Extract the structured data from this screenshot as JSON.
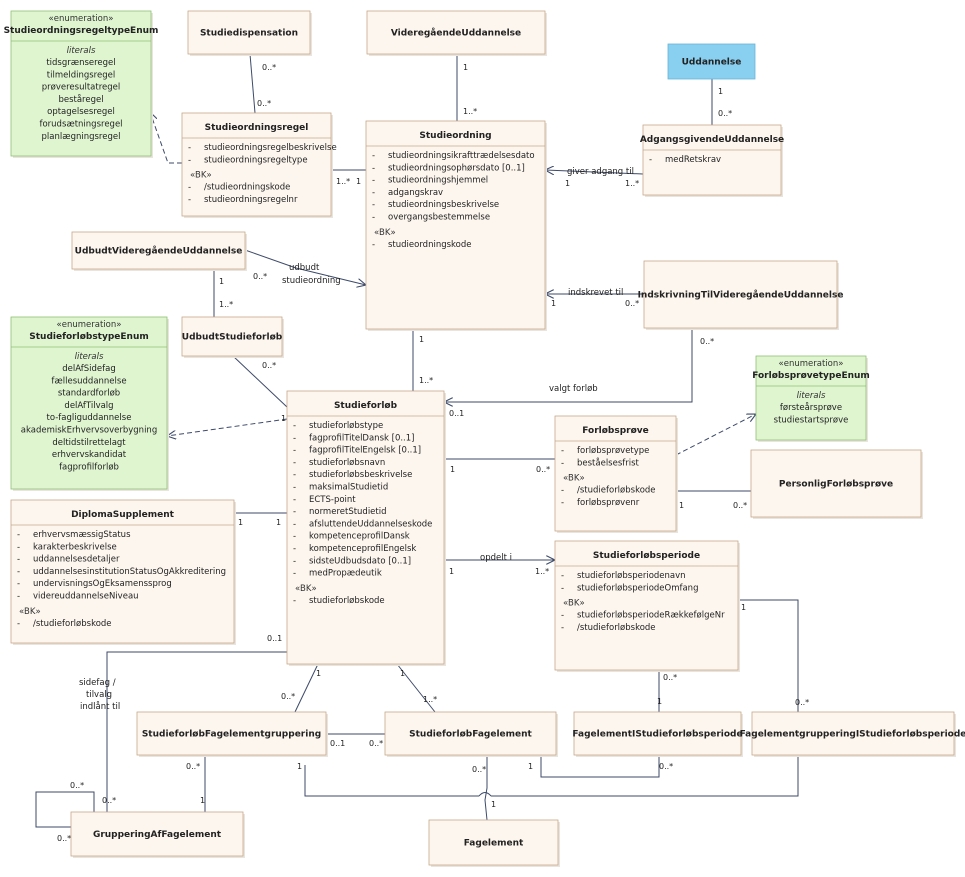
{
  "colors": {
    "class_fill": "#fdf6ee",
    "class_stroke": "#c7a88a",
    "enum_fill": "#dff5d0",
    "enum_stroke": "#8fbf73",
    "highlight_fill": "#89cfef",
    "highlight_stroke": "#6ab4d8",
    "line": "#3d4a6a"
  },
  "classes": [
    {
      "id": "StudieordningsregeltypeEnum",
      "kind": "enum",
      "stereotype": "«enumeration»",
      "name": "StudieordningsregeltypeEnum",
      "sections": [
        {
          "heading": "literals",
          "items": [
            "tidsgrænseregel",
            "tilmeldingsregel",
            "prøveresultatregel",
            "beståregel",
            "optagelsesregel",
            "forudsætningsregel",
            "planlægningsregel"
          ]
        }
      ]
    },
    {
      "id": "Studiedispensation",
      "kind": "class",
      "name": "Studiedispensation",
      "sections": []
    },
    {
      "id": "VideregaaendeUddannelse",
      "kind": "class",
      "name": "VideregåendeUddannelse",
      "sections": []
    },
    {
      "id": "Uddannelse",
      "kind": "highlight",
      "name": "Uddannelse",
      "sections": []
    },
    {
      "id": "Studieordningsregel",
      "kind": "class",
      "name": "Studieordningsregel",
      "sections": [
        {
          "items": [
            "studieordningsregelbeskrivelse",
            "studieordningsregeltype"
          ]
        },
        {
          "heading": "«BK»",
          "items": [
            "/studieordningskode",
            "studieordningsregelnr"
          ]
        }
      ]
    },
    {
      "id": "Studieordning",
      "kind": "class",
      "name": "Studieordning",
      "sections": [
        {
          "items": [
            "studieordningsikrafttrædelsesdato",
            "studieordningsophørsdato [0..1]",
            "studieordningshjemmel",
            "adgangskrav",
            "studieordningsbeskrivelse",
            "overgangsbestemmelse"
          ]
        },
        {
          "heading": "«BK»",
          "items": [
            "studieordningskode"
          ]
        }
      ]
    },
    {
      "id": "AdgangsgivendeUddannelse",
      "kind": "class",
      "name": "AdgangsgivendeUddannelse",
      "sections": [
        {
          "items": [
            "medRetskrav"
          ]
        }
      ]
    },
    {
      "id": "UdbudtVideregaaendeUddannelse",
      "kind": "class",
      "name": "UdbudtVideregåendeUddannelse",
      "sections": []
    },
    {
      "id": "IndskrivningTilVideregaaendeUddannelse",
      "kind": "class",
      "name": "IndskrivningTilVideregåendeUddannelse",
      "sections": []
    },
    {
      "id": "StudieforloebstypeEnum",
      "kind": "enum",
      "stereotype": "«enumeration»",
      "name": "StudieforløbstypeEnum",
      "sections": [
        {
          "heading": "literals",
          "items": [
            "delAfSidefag",
            "fællesuddannelse",
            "standardforløb",
            "delAfTilvalg",
            "to-fagliguddannelse",
            "akademiskErhvervsoverbygning",
            "deltidstilrettelagt",
            "erhvervskandidat",
            "fagprofilforløb"
          ]
        }
      ]
    },
    {
      "id": "UdbudtStudieforloeb",
      "kind": "class",
      "name": "UdbudtStudieforløb",
      "sections": []
    },
    {
      "id": "ForloebsproevetypeEnum",
      "kind": "enum",
      "stereotype": "«enumeration»",
      "name": "ForløbsprøvetypeEnum",
      "sections": [
        {
          "heading": "literals",
          "items": [
            "førsteårsprøve",
            "studiestartsprøve"
          ]
        }
      ]
    },
    {
      "id": "Studieforloeb",
      "kind": "class",
      "name": "Studieforløb",
      "sections": [
        {
          "items": [
            "studieforløbstype",
            "fagprofilTitelDansk [0..1]",
            "fagprofilTitelEngelsk [0..1]",
            "studieforløbsnavn",
            "studieforløbsbeskrivelse",
            "maksimalStudietid",
            "ECTS-point",
            "normeretStudietid",
            "afsluttendeUddannelseskode",
            "kompetenceprofilDansk",
            "kompetenceprofilEngelsk",
            "sidsteUdbudsdato [0..1]",
            "medPropædeutik"
          ]
        },
        {
          "heading": "«BK»",
          "items": [
            "studieforløbskode"
          ]
        }
      ]
    },
    {
      "id": "Forloebsproeve",
      "kind": "class",
      "name": "Forløbsprøve",
      "sections": [
        {
          "items": [
            "forløbsprøvetype",
            "beståelsesfrist"
          ]
        },
        {
          "heading": "«BK»",
          "items": [
            "/studieforløbskode",
            "forløbsprøvenr"
          ]
        }
      ]
    },
    {
      "id": "PersonligForloebsproeve",
      "kind": "class",
      "name": "PersonligForløbsprøve",
      "sections": []
    },
    {
      "id": "DiplomaSupplement",
      "kind": "class",
      "name": "DiplomaSupplement",
      "sections": [
        {
          "items": [
            "erhvervsmæssigStatus",
            "karakterbeskrivelse",
            "uddannelsesdetaljer",
            "uddannelsesinstitutionStatusOgAkkreditering",
            "undervisningsOgEksamenssprog",
            "videreuddannelseNiveau"
          ]
        },
        {
          "heading": "«BK»",
          "items": [
            "/studieforløbskode"
          ]
        }
      ]
    },
    {
      "id": "Studieforloebsperiode",
      "kind": "class",
      "name": "Studieforløbsperiode",
      "sections": [
        {
          "items": [
            "studieforløbsperiodenavn",
            "studieforløbsperiodeOmfang"
          ]
        },
        {
          "heading": "«BK»",
          "items": [
            "studieforløbsperiodeRækkefølgeNr",
            "/studieforløbskode"
          ]
        }
      ]
    },
    {
      "id": "StudieforloebFagelementgruppering",
      "kind": "class",
      "name": "StudieforløbFagelementgruppering",
      "sections": []
    },
    {
      "id": "StudieforloebFagelement",
      "kind": "class",
      "name": "StudieforløbFagelement",
      "sections": []
    },
    {
      "id": "FagelementIStudieforloebsperiode",
      "kind": "class",
      "name": "FagelementIStudieforløbsperiode",
      "sections": []
    },
    {
      "id": "FagelementgrupperingIStudieforloebsperiode",
      "kind": "class",
      "name": "FagelementgrupperingIStudieforløbsperiode",
      "sections": []
    },
    {
      "id": "GrupperingAfFagelement",
      "kind": "class",
      "name": "GrupperingAfFagelement",
      "sections": []
    },
    {
      "id": "Fagelement",
      "kind": "class",
      "name": "Fagelement",
      "sections": []
    }
  ],
  "connectors": [
    {
      "id": "c-disp-regel",
      "from": "Studiedispensation",
      "to": "Studieordningsregel",
      "labels": [],
      "mults": [
        "0..*",
        "0..*"
      ]
    },
    {
      "id": "c-vu-so",
      "from": "VideregaaendeUddannelse",
      "to": "Studieordning",
      "labels": [],
      "mults": [
        "1",
        "1..*"
      ]
    },
    {
      "id": "c-udd-agu",
      "from": "Uddannelse",
      "to": "AdgangsgivendeUddannelse",
      "labels": [],
      "mults": [
        "1",
        "0..*"
      ]
    },
    {
      "id": "c-regel-so",
      "from": "Studieordningsregel",
      "to": "Studieordning",
      "labels": [],
      "mults": [
        "1..*",
        "1"
      ]
    },
    {
      "id": "c-regel-enum",
      "from": "Studieordningsregel",
      "to": "StudieordningsregeltypeEnum",
      "labels": [],
      "mults": []
    },
    {
      "id": "c-agu-so",
      "from": "AdgangsgivendeUddannelse",
      "to": "Studieordning",
      "labels": [
        "giver adgang til"
      ],
      "mults": [
        "1",
        "1..*"
      ]
    },
    {
      "id": "c-uvu-so",
      "from": "UdbudtVideregaaendeUddannelse",
      "to": "Studieordning",
      "labels": [
        "udbudt",
        "studieordning"
      ],
      "mults": [
        "0..*"
      ]
    },
    {
      "id": "c-uvu-usf",
      "from": "UdbudtVideregaaendeUddannelse",
      "to": "UdbudtStudieforloeb",
      "labels": [],
      "mults": [
        "1",
        "1..*"
      ]
    },
    {
      "id": "c-ind-so",
      "from": "IndskrivningTilVideregaaendeUddannelse",
      "to": "Studieordning",
      "labels": [
        "indskrevet til"
      ],
      "mults": [
        "1",
        "0..*"
      ]
    },
    {
      "id": "c-so-sf",
      "from": "Studieordning",
      "to": "Studieforloeb",
      "labels": [],
      "mults": [
        "1",
        "1..*"
      ]
    },
    {
      "id": "c-ind-sf",
      "from": "IndskrivningTilVideregaaendeUddannelse",
      "to": "Studieforloeb",
      "labels": [
        "valgt forløb"
      ],
      "mults": [
        "0..*",
        "0..1"
      ]
    },
    {
      "id": "c-usf-sf",
      "from": "UdbudtStudieforloeb",
      "to": "Studieforloeb",
      "labels": [],
      "mults": [
        "0..*",
        "1"
      ]
    },
    {
      "id": "c-sf-enum",
      "from": "Studieforloeb",
      "to": "StudieforloebstypeEnum",
      "labels": [],
      "mults": []
    },
    {
      "id": "c-sf-fp",
      "from": "Studieforloeb",
      "to": "Forloebsproeve",
      "labels": [],
      "mults": [
        "1",
        "0..*"
      ]
    },
    {
      "id": "c-fp-enum",
      "from": "Forloebsproeve",
      "to": "ForloebsproevetypeEnum",
      "labels": [],
      "mults": []
    },
    {
      "id": "c-fp-pfp",
      "from": "Forloebsproeve",
      "to": "PersonligForloebsproeve",
      "labels": [],
      "mults": [
        "1",
        "0..*"
      ]
    },
    {
      "id": "c-ds-sf",
      "from": "DiplomaSupplement",
      "to": "Studieforloeb",
      "labels": [],
      "mults": [
        "1",
        "1"
      ]
    },
    {
      "id": "c-sf-sfp",
      "from": "Studieforloeb",
      "to": "Studieforloebsperiode",
      "labels": [
        "opdelt i"
      ],
      "mults": [
        "1",
        "1..*"
      ]
    },
    {
      "id": "c-sf-sffg",
      "from": "Studieforloeb",
      "to": "StudieforloebFagelementgruppering",
      "labels": [],
      "mults": [
        "1",
        "0..*"
      ]
    },
    {
      "id": "c-sf-sffe",
      "from": "Studieforloeb",
      "to": "StudieforloebFagelement",
      "labels": [],
      "mults": [
        "1",
        "1..*"
      ]
    },
    {
      "id": "c-sf-gaf",
      "from": "Studieforloeb",
      "to": "GrupperingAfFagelement",
      "labels": [
        "sidefag /",
        "tilvalg",
        "indlånt til"
      ],
      "mults": [
        "0..1"
      ]
    },
    {
      "id": "c-sffg-sffe",
      "from": "StudieforloebFagelementgruppering",
      "to": "StudieforloebFagelement",
      "labels": [],
      "mults": [
        "0..1",
        "0..*"
      ]
    },
    {
      "id": "c-sffg-gaf",
      "from": "StudieforloebFagelementgruppering",
      "to": "GrupperingAfFagelement",
      "labels": [],
      "mults": [
        "0..*",
        "1"
      ]
    },
    {
      "id": "c-gaf-self",
      "from": "GrupperingAfFagelement",
      "to": "GrupperingAfFagelement",
      "labels": [],
      "mults": [
        "0..*",
        "0..*",
        "0..*"
      ]
    },
    {
      "id": "c-sfp-fisp",
      "from": "Studieforloebsperiode",
      "to": "FagelementIStudieforloebsperiode",
      "labels": [],
      "mults": [
        "1",
        "0..*"
      ]
    },
    {
      "id": "c-sfp-fgisp",
      "from": "Studieforloebsperiode",
      "to": "FagelementgrupperingIStudieforloebsperiode",
      "labels": [],
      "mults": [
        "1",
        "0..*"
      ]
    },
    {
      "id": "c-sffe-fisp",
      "from": "StudieforloebFagelement",
      "to": "FagelementIStudieforloebsperiode",
      "labels": [],
      "mults": [
        "1",
        "0..*"
      ]
    },
    {
      "id": "c-sffg-fgisp",
      "from": "StudieforloebFagelementgruppering",
      "to": "FagelementgrupperingIStudieforloebsperiode",
      "labels": [],
      "mults": [
        "1",
        "0..*"
      ]
    },
    {
      "id": "c-sffe-fe",
      "from": "StudieforloebFagelement",
      "to": "Fagelement",
      "labels": [],
      "mults": [
        "0..*",
        "1"
      ]
    }
  ]
}
